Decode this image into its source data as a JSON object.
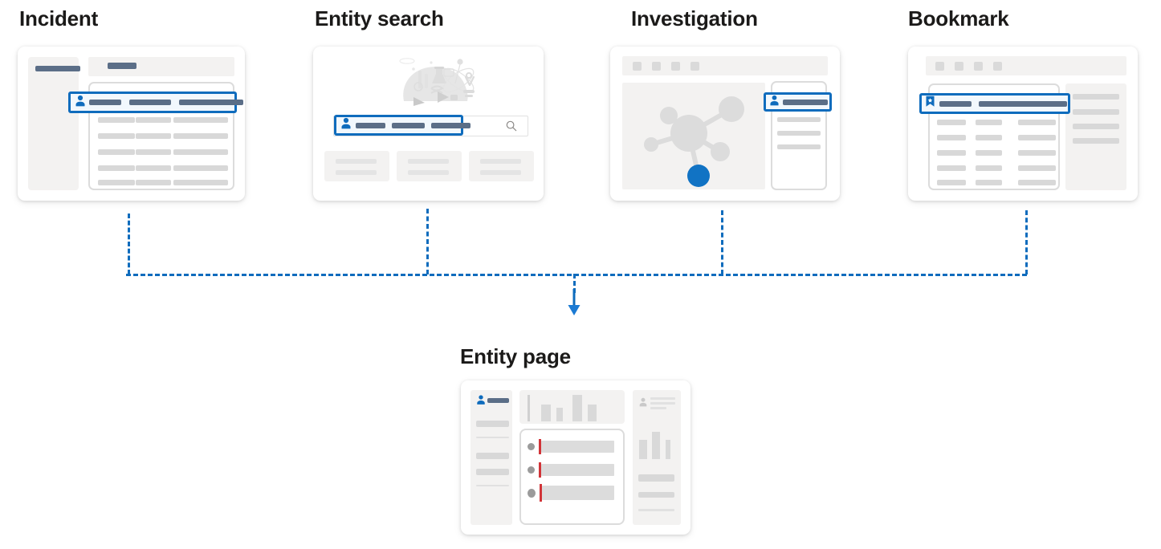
{
  "diagram": {
    "title_color": "#1b1a19",
    "accent_color": "#0f6cbd",
    "flow_description": "Four entry points flow down into a single Entity page",
    "sources": [
      {
        "id": "incident",
        "label": "Incident",
        "highlight_icon": "person-icon",
        "highlight_row_position": "table-header-row"
      },
      {
        "id": "entity-search",
        "label": "Entity search",
        "highlight_icon": "person-icon",
        "highlight_row_position": "search-box"
      },
      {
        "id": "investigation",
        "label": "Investigation",
        "highlight_icon": "person-icon",
        "highlight_row_position": "side-panel-row"
      },
      {
        "id": "bookmark",
        "label": "Bookmark",
        "highlight_icon": "bookmark-icon",
        "highlight_row_position": "table-row"
      }
    ],
    "destination": {
      "id": "entity-page",
      "label": "Entity page",
      "highlight_icon": "person-icon"
    },
    "connector": {
      "style": "dashed",
      "color": "#0f6cbd",
      "arrow_direction": "down"
    }
  }
}
